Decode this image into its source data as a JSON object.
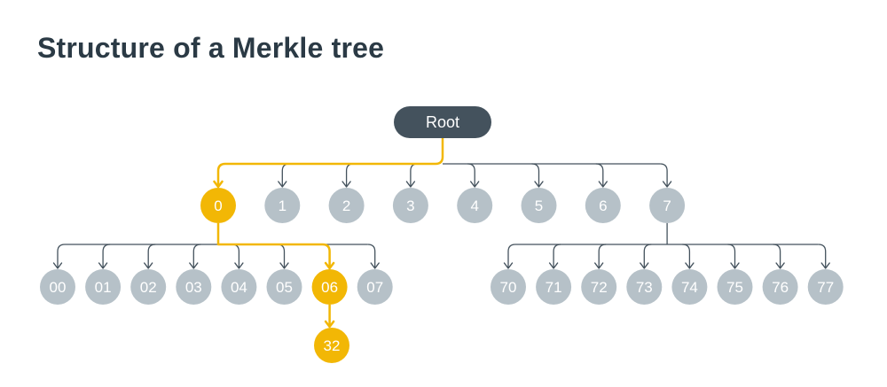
{
  "title": "Structure of a Merkle tree",
  "colors": {
    "root": "#44525d",
    "node": "#b6c1c8",
    "highlight": "#f2b705",
    "edge": "#44525d",
    "text": "#ffffff",
    "title": "#2b3a45"
  },
  "root": {
    "label": "Root",
    "highlighted": true
  },
  "level1": [
    {
      "label": "0",
      "highlighted": true
    },
    {
      "label": "1",
      "highlighted": false
    },
    {
      "label": "2",
      "highlighted": false
    },
    {
      "label": "3",
      "highlighted": false
    },
    {
      "label": "4",
      "highlighted": false
    },
    {
      "label": "5",
      "highlighted": false
    },
    {
      "label": "6",
      "highlighted": false
    },
    {
      "label": "7",
      "highlighted": false
    }
  ],
  "level2_left": [
    {
      "label": "00",
      "highlighted": false
    },
    {
      "label": "01",
      "highlighted": false
    },
    {
      "label": "02",
      "highlighted": false
    },
    {
      "label": "03",
      "highlighted": false
    },
    {
      "label": "04",
      "highlighted": false
    },
    {
      "label": "05",
      "highlighted": false
    },
    {
      "label": "06",
      "highlighted": true
    },
    {
      "label": "07",
      "highlighted": false
    }
  ],
  "level2_right": [
    {
      "label": "70",
      "highlighted": false
    },
    {
      "label": "71",
      "highlighted": false
    },
    {
      "label": "72",
      "highlighted": false
    },
    {
      "label": "73",
      "highlighted": false
    },
    {
      "label": "74",
      "highlighted": false
    },
    {
      "label": "75",
      "highlighted": false
    },
    {
      "label": "76",
      "highlighted": false
    },
    {
      "label": "77",
      "highlighted": false
    }
  ],
  "level3": [
    {
      "label": "32",
      "highlighted": true
    }
  ]
}
